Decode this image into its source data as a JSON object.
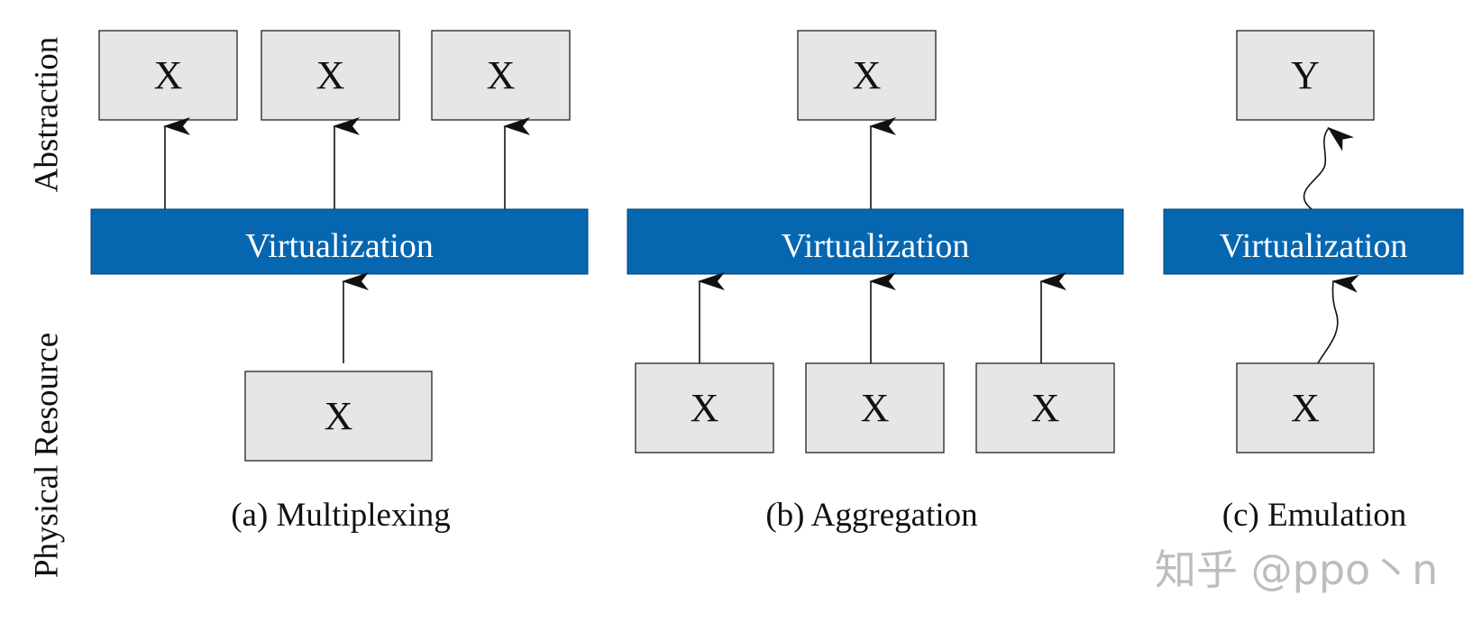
{
  "axis_labels": {
    "top": "Abstraction",
    "bottom": "Physical Resource"
  },
  "layer_label": "Virtualization",
  "panels": [
    {
      "caption": "(a) Multiplexing",
      "abstractions": [
        "X",
        "X",
        "X"
      ],
      "resources": [
        "X"
      ]
    },
    {
      "caption": "(b) Aggregation",
      "abstractions": [
        "X"
      ],
      "resources": [
        "X",
        "X",
        "X"
      ]
    },
    {
      "caption": "(c) Emulation",
      "abstractions": [
        "Y"
      ],
      "resources": [
        "X"
      ]
    }
  ],
  "watermark": "知乎 @ppo丶n",
  "colors": {
    "virtualization_fill": "#0666b0",
    "box_fill": "#e6e6e6"
  }
}
